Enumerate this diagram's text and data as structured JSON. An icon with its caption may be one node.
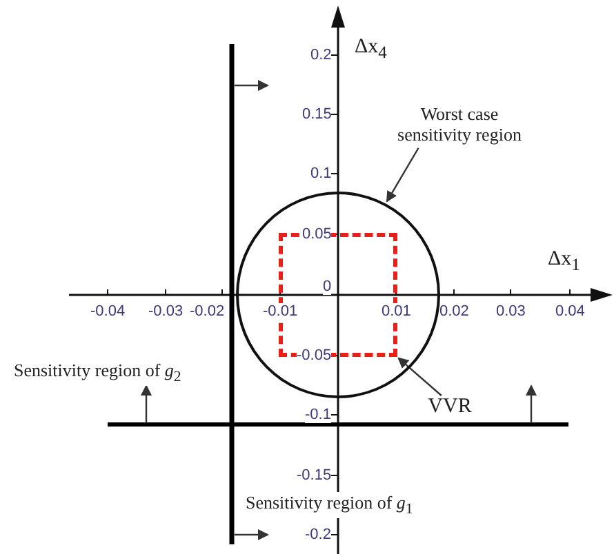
{
  "diagram": {
    "nodes": [
      {
        "text": [
          "Worst case sensitivity region"
        ]
      },
      {
        "text": [],
        "shape": "circle"
      },
      {
        "text": [
          "VVR"
        ]
      },
      {
        "text": [],
        "shape": "box",
        "in": 1
      }
    ],
    "edges": [
      {
        "from": 0,
        "to": 1,
        "arrow": "to"
      },
      {
        "from": 2,
        "to": 3,
        "arrow": "to"
      }
    ],
    "labels": [
      "Δx$_{4}$",
      "0.2",
      "0.15",
      "0.1",
      "0.05",
      "Δx$_{1}$",
      "0",
      "-0.04",
      "-0.03",
      "-0.02",
      "-0.01",
      "0.01",
      "0.02",
      "0.03",
      "0.04",
      "-0.05",
      "Sensitivity region of *g*$_{2}$",
      "-0.1",
      "-0.15",
      "Sensitivity region of *g*$_{1}$",
      "-0.2"
    ]
  }
}
